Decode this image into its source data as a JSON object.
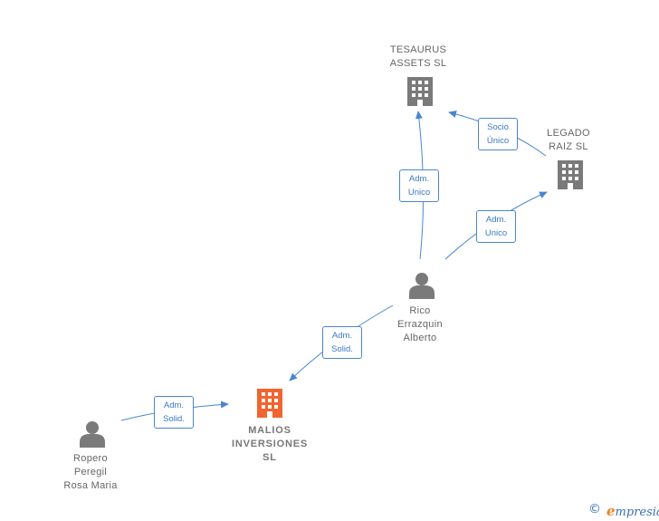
{
  "nodes": {
    "tesaurus": {
      "label": "TESAURUS\nASSETS  SL",
      "type": "company"
    },
    "legado": {
      "label": "LEGADO\nRAIZ  SL",
      "type": "company"
    },
    "rico": {
      "label": "Rico\nErrazquin\nAlberto",
      "type": "person"
    },
    "malios": {
      "label": "MALIOS\nINVERSIONES\nSL",
      "type": "company-focus"
    },
    "ropero": {
      "label": "Ropero\nPeregil\nRosa Maria",
      "type": "person"
    }
  },
  "edges": {
    "legado_tesaurus": {
      "label": "Socio\nÚnico"
    },
    "rico_tesaurus": {
      "label": "Adm.\nUnico"
    },
    "rico_legado": {
      "label": "Adm.\nUnico"
    },
    "rico_malios": {
      "label": "Adm.\nSolid."
    },
    "ropero_malios": {
      "label": "Adm.\nSolid."
    }
  },
  "colors": {
    "edge": "#4a86d0",
    "company": "#7a7a7a",
    "focus": "#f26530",
    "person": "#7a7a7a"
  },
  "icons": {
    "company": "building-icon",
    "person": "person-icon"
  },
  "footer": {
    "copyright_symbol": "©",
    "brand_initial": "e",
    "brand_rest": "mpresia"
  }
}
